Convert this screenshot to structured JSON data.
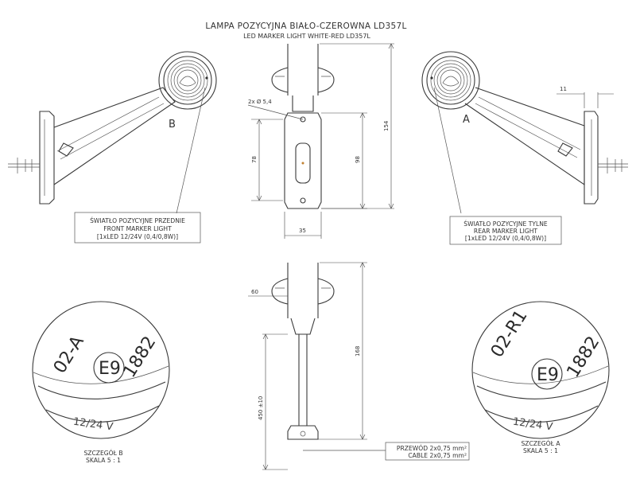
{
  "title_pl": "LAMPA POZYCYJNA BIAŁO-CZEROWNA LD357L",
  "title_en": "LED MARKER LIGHT WHITE-RED LD357L",
  "views": {
    "front": {
      "letter": "B",
      "label_pl": "ŚWIATŁO POZYCYJNE PRZEDNIE",
      "label_en": "FRONT MARKER LIGHT",
      "spec": "[1xLED 12/24V (0,4/0,8W)]"
    },
    "rear": {
      "letter": "A",
      "label_pl": "ŚWIATŁO POZYCYJNE TYLNE",
      "label_en": "REAR MARKER LIGHT",
      "spec": "[1xLED 12/24V (0,4/0,8W)]"
    }
  },
  "dimensions": {
    "hole": "2x Ø 5,4",
    "d78": "78",
    "d98": "98",
    "d154": "154",
    "d35": "35",
    "d11": "11",
    "d60": "60",
    "d168": "168",
    "d450": "450 ±10"
  },
  "cable": {
    "pl": "PRZEWÓD 2x0,75 mm²",
    "en": "CABLE 2x0,75 mm²"
  },
  "details": {
    "b": {
      "mark_code": "02-A",
      "e_mark": "E9",
      "approval": "1882",
      "voltage": "12/24 V",
      "title": "SZCZEGÓŁ B",
      "scale": "SKALA 5 : 1"
    },
    "a": {
      "mark_code": "02-R1",
      "e_mark": "E9",
      "approval": "1882",
      "voltage": "12/24 V",
      "title": "SZCZEGÓŁ A",
      "scale": "SKALA 5 : 1"
    }
  }
}
